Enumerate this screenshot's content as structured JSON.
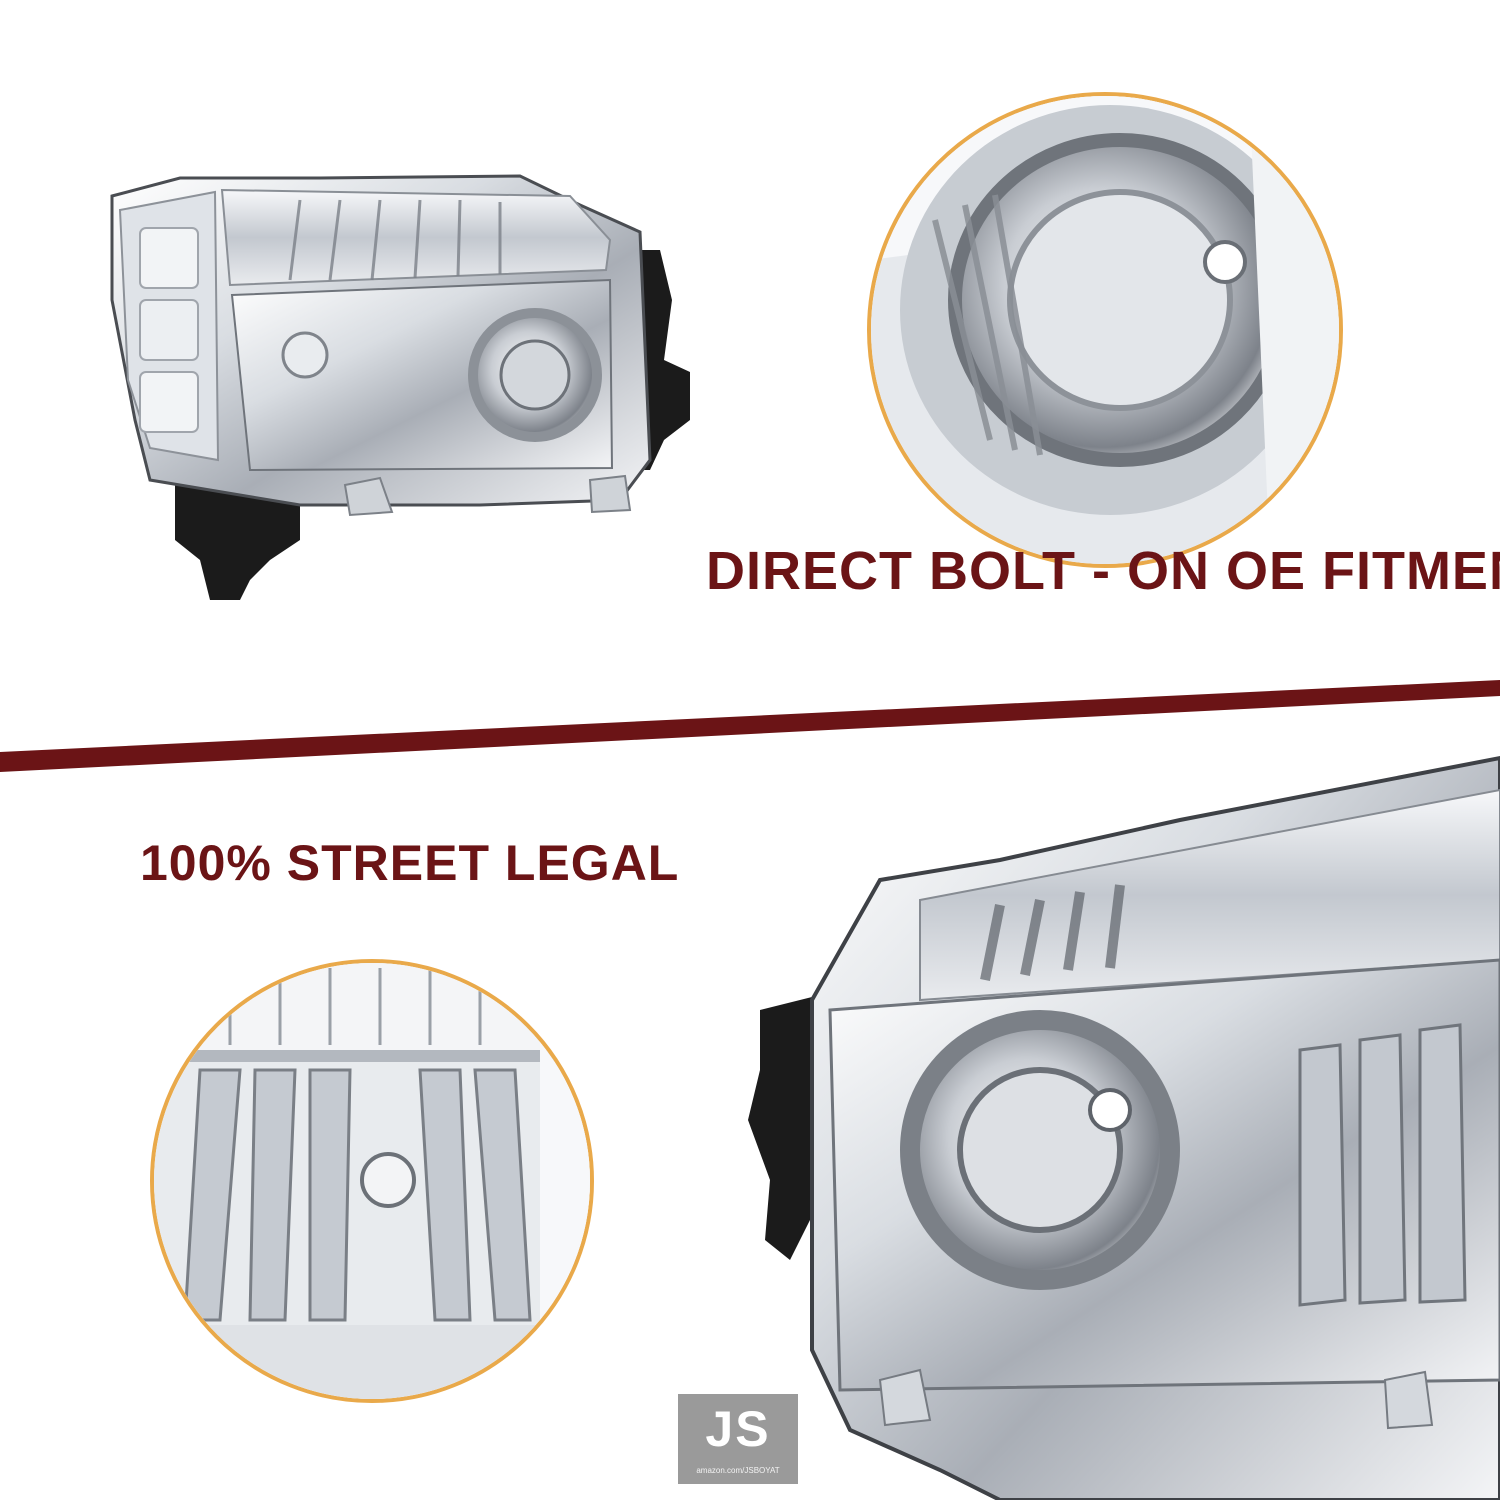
{
  "headlines": {
    "fitment": "DIRECT BOLT - ON OE FITMENT",
    "legal": "100% STREET LEGAL"
  },
  "watermark": {
    "letters": "JS",
    "url": "amazon.com/JSBOYAT"
  },
  "colors": {
    "brand_red": "#6b1416",
    "ring_orange": "#e9a94a",
    "chrome_light": "#eef0f3",
    "chrome_mid": "#b9bec6",
    "chrome_dark": "#6e737b",
    "bracket_black": "#1b1b1b"
  },
  "images": [
    {
      "name": "headlight-full-view",
      "depicts": "chrome projector headlight assembly with black mounting bracket"
    },
    {
      "name": "zoom-projector-detail",
      "depicts": "close-up of projector lens housing"
    },
    {
      "name": "zoom-reflector-detail",
      "depicts": "close-up of chrome reflector bowl"
    },
    {
      "name": "headlight-closeup",
      "depicts": "enlarged angled view of headlight housing"
    }
  ]
}
